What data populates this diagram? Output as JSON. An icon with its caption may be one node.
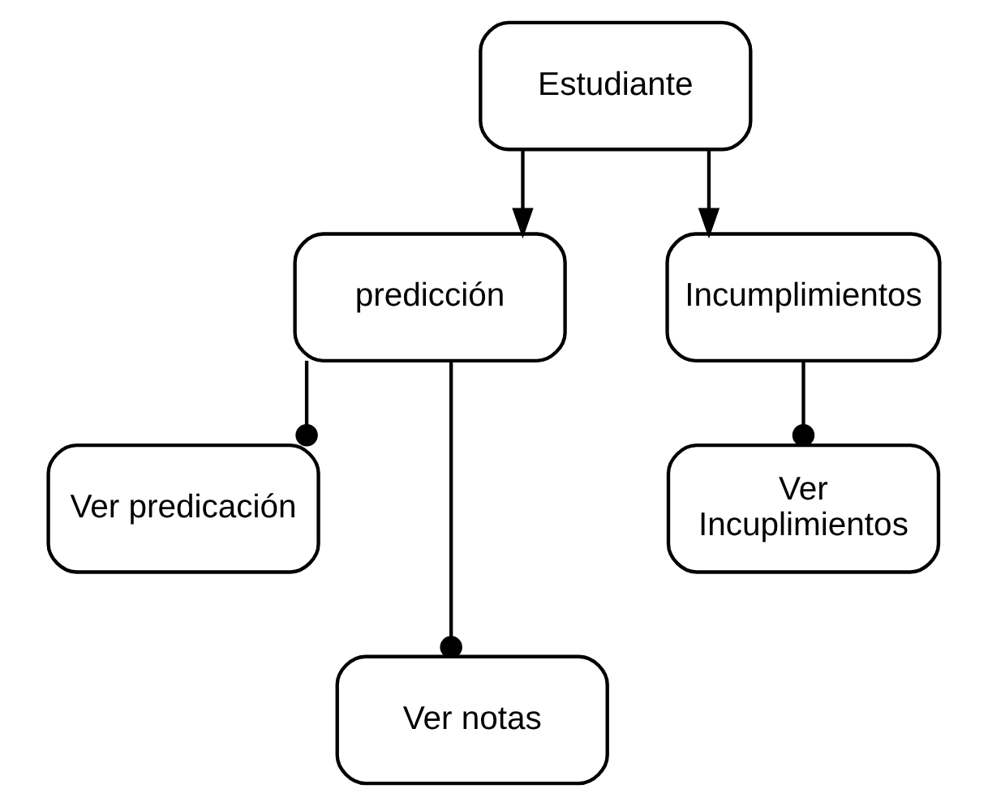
{
  "diagram": {
    "nodes": [
      {
        "text": [
          "Estudiante"
        ]
      },
      {
        "text": [
          "predicción"
        ]
      },
      {
        "text": [
          "Incumplimientos"
        ]
      },
      {
        "text": [
          "Ver predicación"
        ]
      },
      {
        "text": [
          "Ver notas"
        ]
      },
      {
        "text": [
          "Ver Incuplimientos"
        ]
      }
    ],
    "edges": [
      {
        "from": 0,
        "to": 1,
        "arrow": "to"
      },
      {
        "from": 0,
        "to": 2,
        "arrow": "to"
      },
      {
        "from": 1,
        "to": 3,
        "arrow": "other"
      },
      {
        "from": 1,
        "to": 4,
        "arrow": "other"
      },
      {
        "from": 2,
        "to": 5,
        "arrow": "other"
      }
    ]
  }
}
